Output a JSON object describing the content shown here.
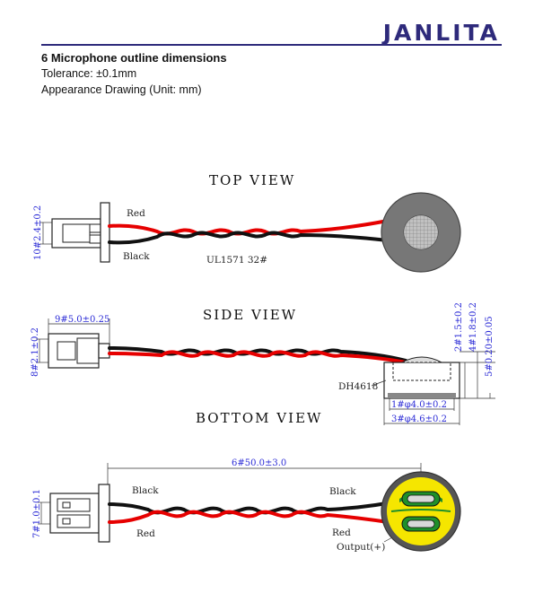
{
  "header": {
    "brand": "JANLITA"
  },
  "section": {
    "title": "6 Microphone outline dimensions",
    "tolerance": "Tolerance: ±0.1mm",
    "drawing_note": "Appearance Drawing (Unit: mm)"
  },
  "views": {
    "top": "TOP VIEW",
    "side": "SIDE VIEW",
    "bottom": "BOTTOM VIEW"
  },
  "labels": {
    "red": "Red",
    "black": "Black",
    "cable": "UL1571 32#",
    "capsule": "DH4618",
    "output": "Output(+)"
  },
  "dimensions": {
    "d1": "1#φ4.0±0.2",
    "d2": "2#1.5±0.2",
    "d3": "3#φ4.6±0.2",
    "d4": "4#1.8±0.2",
    "d5": "5#0.20±0.05",
    "d6": "6#50.0±3.0",
    "d7": "7#1.0±0.1",
    "d8": "8#2.1±0.2",
    "d9": "9#5.0±0.25",
    "d10": "10#2.4±0.2"
  },
  "colors": {
    "brand": "#2e2a7b",
    "wire_red": "#e60000",
    "wire_black": "#111111",
    "dimension_blue": "#2b2bd6",
    "pcb_yellow": "#f5e600",
    "pcb_green": "#1f8f2a"
  }
}
